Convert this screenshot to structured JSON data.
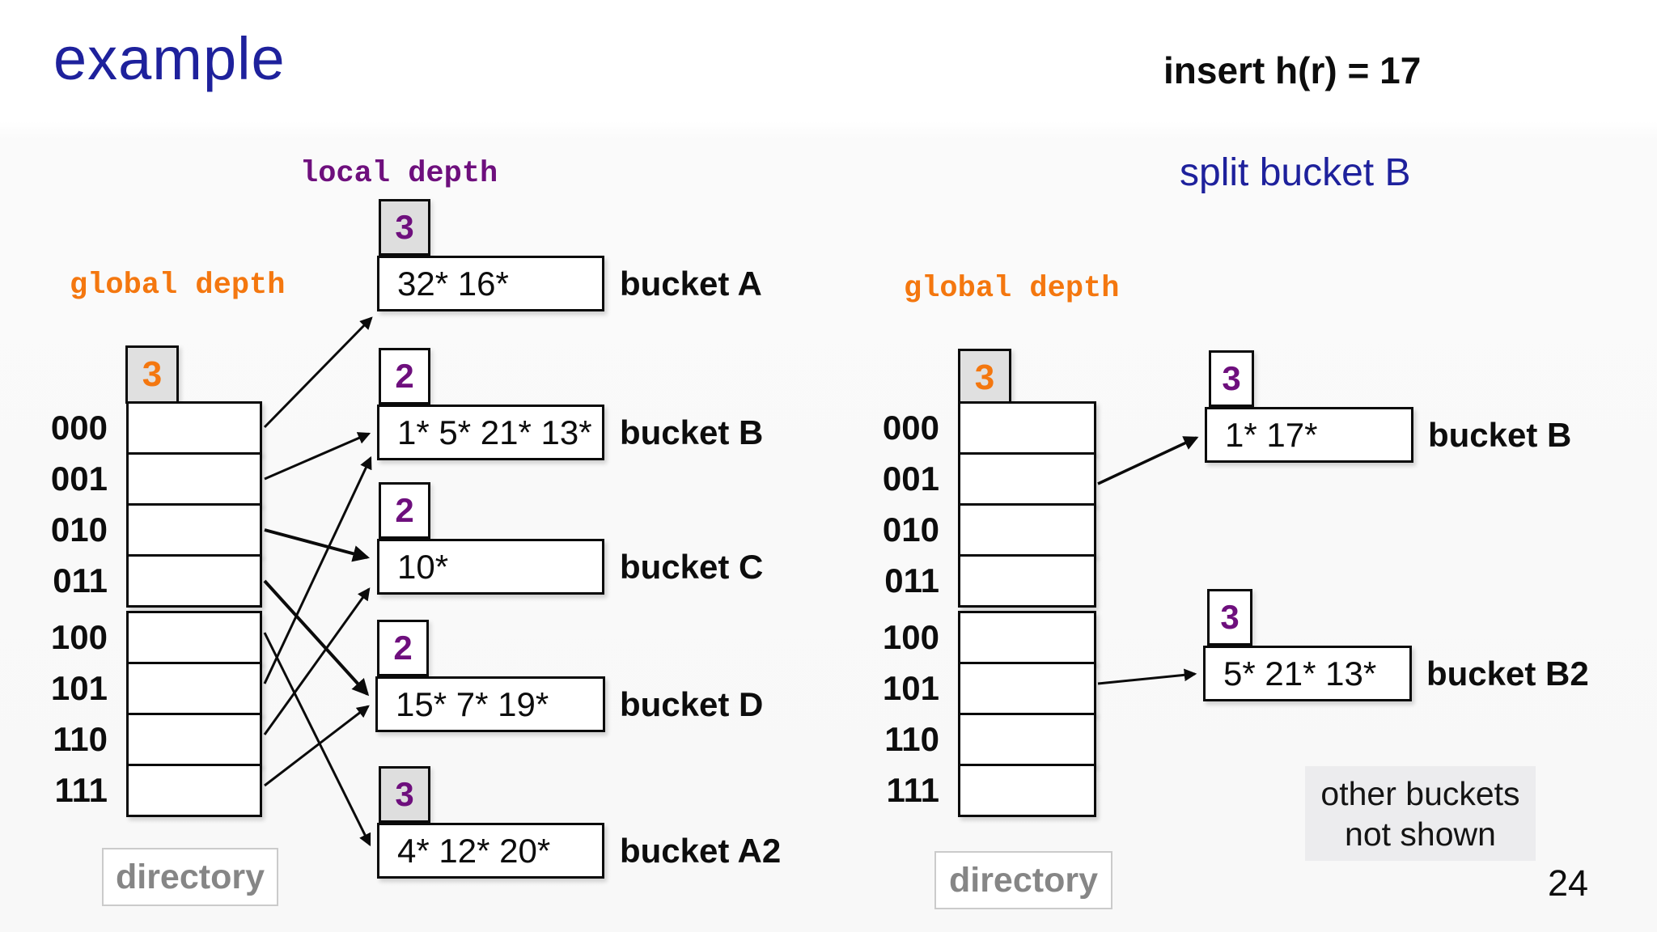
{
  "header": {
    "title": "example",
    "insert_note": "insert h(r) = 17",
    "split_note": "split bucket B"
  },
  "footer": {
    "page_number": "24"
  },
  "colors": {
    "title_blue": "#1e219c",
    "depth_orange": "#f4770f",
    "depth_purple": "#6e0f7d",
    "tab_gray": "#dedede",
    "note_box_gray": "#ececee",
    "caption_gray": "#868686",
    "line_black": "#0b0b0b"
  },
  "left": {
    "local_depth_label": "local depth",
    "global_depth_label": "global depth",
    "global_depth": "3",
    "directory": {
      "entries": [
        "000",
        "001",
        "010",
        "011",
        "100",
        "101",
        "110",
        "111"
      ],
      "caption": "directory"
    },
    "buckets": [
      {
        "name": "A",
        "local_depth": "3",
        "contents": "32* 16*",
        "label": "bucket A"
      },
      {
        "name": "B",
        "local_depth": "2",
        "contents": "1* 5* 21* 13*",
        "label": "bucket B"
      },
      {
        "name": "C",
        "local_depth": "2",
        "contents": "10*",
        "label": "bucket C"
      },
      {
        "name": "D",
        "local_depth": "2",
        "contents": "15* 7* 19*",
        "label": "bucket D"
      },
      {
        "name": "A2",
        "local_depth": "3",
        "contents": "4* 12* 20*",
        "label": "bucket A2"
      }
    ],
    "pointers": [
      {
        "from": "000",
        "to": "bucket A"
      },
      {
        "from": "001",
        "to": "bucket B"
      },
      {
        "from": "010",
        "to": "bucket C"
      },
      {
        "from": "011",
        "to": "bucket D"
      },
      {
        "from": "100",
        "to": "bucket A2"
      },
      {
        "from": "101",
        "to": "bucket B"
      },
      {
        "from": "110",
        "to": "bucket C"
      },
      {
        "from": "111",
        "to": "bucket D"
      }
    ]
  },
  "right": {
    "global_depth_label": "global depth",
    "global_depth": "3",
    "directory": {
      "entries": [
        "000",
        "001",
        "010",
        "011",
        "100",
        "101",
        "110",
        "111"
      ],
      "caption": "directory"
    },
    "buckets": [
      {
        "name": "B",
        "local_depth": "3",
        "contents": "1* 17*",
        "label": "bucket B"
      },
      {
        "name": "B2",
        "local_depth": "3",
        "contents": "5* 21* 13*",
        "label": "bucket B2"
      }
    ],
    "pointers": [
      {
        "from": "001",
        "to": "bucket B"
      },
      {
        "from": "101",
        "to": "bucket B2"
      }
    ],
    "note": {
      "line1": "other buckets",
      "line2": "not shown"
    }
  }
}
